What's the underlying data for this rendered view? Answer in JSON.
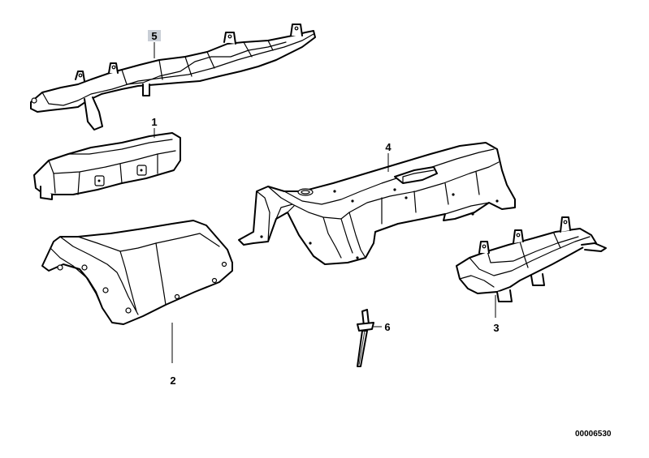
{
  "callouts": {
    "part_1": "1",
    "part_2": "2",
    "part_3": "3",
    "part_4": "4",
    "part_5": "5",
    "part_6": "6"
  },
  "reference_code": "00006530",
  "colors": {
    "line": "#000000",
    "background": "#ffffff",
    "highlight": "#c9ced6"
  }
}
